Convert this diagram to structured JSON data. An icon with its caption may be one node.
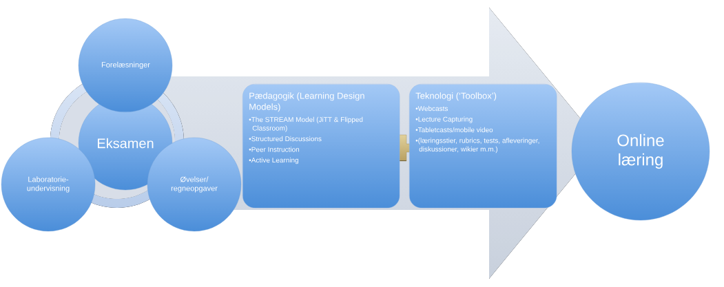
{
  "diagram": {
    "nodes": [
      {
        "text": [
          "Forelæsninger"
        ]
      },
      {
        "text": [
          "Eksamen"
        ]
      },
      {
        "text": [
          "Laboratorie-undervisning"
        ]
      },
      {
        "text": [
          "Øvelser/ regneopgaver"
        ]
      },
      {
        "text": [
          "Pædagogik (Learning Design Models)",
          "•The STREAM Model (JiTT & Flipped Classroom)",
          "•Structured Discussions",
          "•Peer Instruction",
          "•Active Learning"
        ]
      },
      {
        "text": [
          "Teknologi (‘Toolbox’)",
          "•Webcasts",
          "•Lecture Capturing",
          "•Tabletcasts/mobile video",
          "•(læringsstier, rubrics, tests, afleveringer, diskussioner, wikier m.m.)"
        ]
      },
      {
        "text": [
          "Online læring"
        ]
      }
    ],
    "edges": [
      {
        "from": 1,
        "to": 6,
        "arrow": "to",
        "style": "thick"
      }
    ]
  }
}
